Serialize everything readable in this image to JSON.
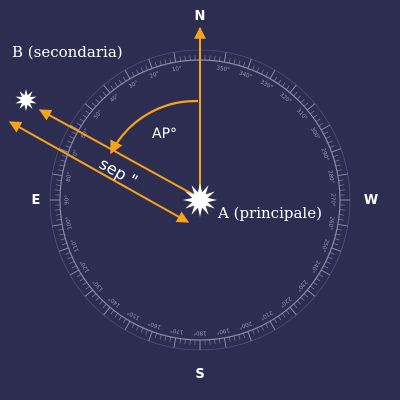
{
  "directions": {
    "north": "N",
    "south": "S",
    "east": "E",
    "west": "W"
  },
  "stars": {
    "primary_label": "A (principale)",
    "secondary_label": "B (secondaria)"
  },
  "labels": {
    "position_angle": "AP°",
    "separation": "sep \""
  },
  "dial": {
    "tick_labels": [
      "10°",
      "20°",
      "30°",
      "40°",
      "50°",
      "60°",
      "70°",
      "80°",
      "90°",
      "100°",
      "110°",
      "120°",
      "130°",
      "140°",
      "150°",
      "160°",
      "170°",
      "180°",
      "190°",
      "200°",
      "210°",
      "220°",
      "230°",
      "240°",
      "250°",
      "260°",
      "270°",
      "280°",
      "290°",
      "300°",
      "310°",
      "320°",
      "330°",
      "340°",
      "350°"
    ]
  },
  "colors": {
    "background": "#2d2d52",
    "dial": "#8a8aa3",
    "arrow": "#f5a31a",
    "text": "#ffffff"
  }
}
